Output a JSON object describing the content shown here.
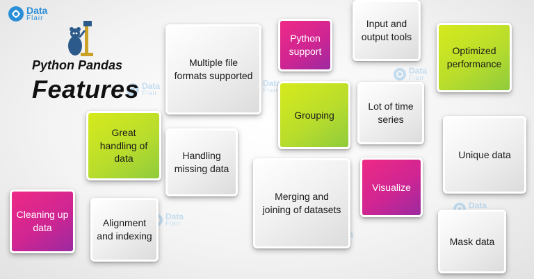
{
  "brand": {
    "line1": "Data",
    "line2": "Flair"
  },
  "title": {
    "line1": "Python Pandas",
    "line2": "Features"
  },
  "features": [
    "Multiple file formats supported",
    "Python support",
    "Input and output tools",
    "Optimized performance",
    "Grouping",
    "Lot of time series",
    "Great handling of data",
    "Handling missing data",
    "Unique data",
    "Merging and joining of datasets",
    "Visualize",
    "Cleaning up data",
    "Alignment and indexing",
    "Mask data"
  ],
  "colors": {
    "green": "#c6e22a",
    "pink": "#e02a8c",
    "gray": "#eeeeee",
    "brand_blue": "#2a8fd8"
  },
  "icons": {
    "logo": "dataflair-logo-icon",
    "mascot": "panda-mascot-icon"
  }
}
